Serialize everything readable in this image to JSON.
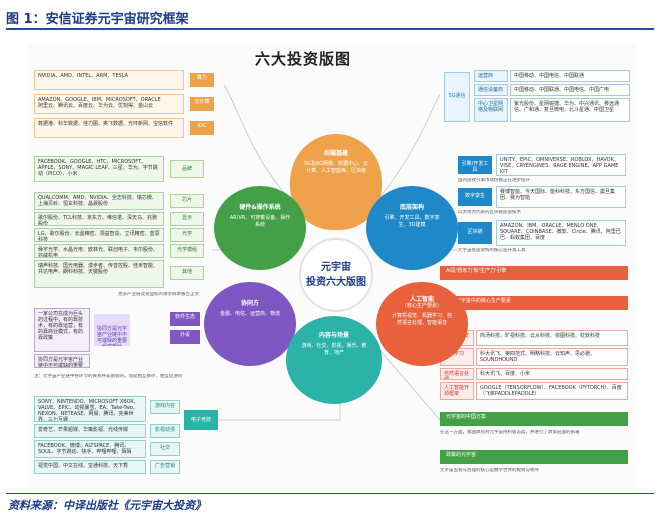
{
  "figure_title": "图 1：安信证券元宇宙研究框架",
  "diagram_title": "六大投资版图",
  "center": {
    "line1": "元宇宙",
    "line2": "投资六大版图"
  },
  "source": "资料来源：中译出版社《元宇宙大投资》",
  "petals": {
    "top": {
      "title": "后端基建",
      "text": "5G及6G网络、数据中心、云计算、人工智能等、区块链"
    },
    "left": {
      "title": "硬件&操作系统",
      "text": "AR/VR、可穿戴设备、操作系统"
    },
    "right": {
      "title": "底层架构",
      "text": "引擎、开发工具、数字孪生、3D建模"
    },
    "bl": {
      "title": "协同方",
      "text": "金融、电信、运营商、物流"
    },
    "bottom": {
      "title": "内容与场景",
      "text": "游戏、社交、影视、娱乐、教育、地产"
    },
    "br": {
      "title": "人工智能",
      "sub": "(核心生产要素)",
      "text": "计算机视觉、机器学习、自然语言处理、智能语音"
    }
  },
  "top_left_boxes": [
    {
      "text": "NVIDIA、AMD、INTEL、ARM、TESLA",
      "tag": "算力"
    },
    {
      "text": "AMAZON、GOOGLE、IBM、MICROSOFT、ORACLE\n阿里云、腾讯云、百度云、华为云、优刻得、金山云",
      "tag": "云计算"
    },
    {
      "text": "数据港、科华数据、佳力图、奥飞数据、光环新网、宝信软件",
      "tag": "IDC"
    }
  ],
  "top_right": {
    "group": "5G通信",
    "rows": [
      {
        "label": "运营商",
        "text": "中国移动、中国电信、中国联通"
      },
      {
        "label": "通信设备商",
        "text": "中国移动、中国联通、中国电信、中国广电"
      },
      {
        "label": "中心卫星网络及物联网",
        "text": "紫光股份、星网锐捷、华为、中兴通讯、移远通信、广和通、复旦微电、北斗星通、中国卫星"
      }
    ]
  },
  "left_boxes": [
    {
      "text": "FACEBOOK、GOOGLE、HTC、MICROSOFT、APPLE、SONY、MAGIC LEAP、三星、华为、字节跳动（PICO）、小米",
      "tag": "品牌"
    },
    {
      "text": "QUALCOMM、AMD、NVIDIA、全志科技、瑞芯微、上海贝岭、恒玄科技、晶晨股份",
      "tag": "芯片"
    },
    {
      "text": "歌尔股份、TCL科技、京东方、维信诺、深天马、兆驰股份",
      "tag": "显示"
    },
    {
      "text": "LG、歌尔股份、长盈精密、领益智造、立讯精密、蓝思科技",
      "tag": "光学"
    },
    {
      "text": "舜宇光学、水晶光电、欧菲光、联创电子、韦尔股份、兆威机电",
      "tag": "光学模组"
    },
    {
      "text": "瑞声科技、国光电器、漫步者、传音控股、佳禾智能、共达电声、朗科科技、天键股份",
      "tag": "其他"
    }
  ],
  "left_note1": "更多产业链及受益标的请参阅本报告正文",
  "left_mid_boxes": [
    {
      "text": "一家公司在成为巨头的过程中，有的靠技术，有的靠运营，有的靠商业模式，有的靠政策",
      "tag": "软件生态"
    },
    {
      "text": "协同方是元宇宙产业链中不可或缺的重要组成部分",
      "tag": "外设"
    }
  ],
  "left_note2": "注：元宇宙产业链中各环节的关系并非割裂的，而是相互依存、相互促进的",
  "right_boxes": [
    {
      "label": "引擎/开发工具",
      "text": "UNITY、EPIC、OMNIVERSE、ROBLOX、HAVOK、VISE、CRYENGINES、RAGE ENGINE、APP GAME KIT"
    },
    {
      "label": "数字孪生",
      "text": "赛博智能、今天国际、能科科技、东方国信、震旦集团、赛为智能"
    },
    {
      "label": "区块链",
      "text": "AMAZON、IBM、ORACLE、MENLO ONE、SQUARE、COINBASE、微软、Circle、腾讯、阿里巴巴、蚂蚁集团、百度"
    }
  ],
  "right_notes": [
    "国内游戏引擎市场份额正在逐步提升",
    "以太坊为代表的区块链底层技术",
    "元宇宙底层架构的核心是开发工具"
  ],
  "orange_bars": [
    "AI是'想象力'和'生产力'引擎",
    "AI是元宇宙中的核心生产要素"
  ],
  "ai_rows": [
    {
      "label": "计算机视觉",
      "text": "商汤科技、旷视科技、云从科技、依图科技、虹软科技"
    },
    {
      "label": "机器学习",
      "text": "科大讯飞、第四范式、明略科技、云知声、思必驰、SOUNDHOUND"
    },
    {
      "label": "自然语言处理",
      "text": "科大讯飞、百度、小米"
    },
    {
      "label": "人工智能开源框架",
      "text": "GOOGLE（TENSORFLOW）、FACEBOOK（PYTORCH）、百度（飞桨PADDLEPADDLE）"
    }
  ],
  "bottom_left_boxes": [
    {
      "text": "SONY、NINTENDO、MICROSOFT XBOX、VALVE、EPIC、动视暴雪、EA、Take-Two、NEXON、NETEASE、网易、腾讯、完美世界、三七互娱",
      "tag": "游戏内容"
    },
    {
      "text": "爱奇艺、芒果超媒、华策影视、光线传媒",
      "tag": "影视动漫"
    },
    {
      "text": "FACEBOOK、微博、ALTSPACE、腾讯、SOUL、字节跳动、快手、哔哩哔哩、陌陌",
      "tag": "社交"
    },
    {
      "text": "视觉中国、中文在线、宝通科技、天下秀",
      "tag": "广告营销"
    }
  ],
  "bottom_left_group": "电子竞技",
  "green_bars": [
    "元宇宙的中国方案",
    "政策的元宇宙"
  ],
  "green_notes": [
    "在这一方面，我国政府对元宇宙持积极态度，并进行了政策层面的部署",
    "元宇宙监管与治理的核心是数字世界的规则与秩序"
  ],
  "colors": {
    "orange": "#f0a24a",
    "red": "#e8603c",
    "blue": "#1e88c8",
    "purple": "#7e57c2",
    "green": "#43a047",
    "teal": "#2bb3a8",
    "navy": "#1a3a8a"
  }
}
